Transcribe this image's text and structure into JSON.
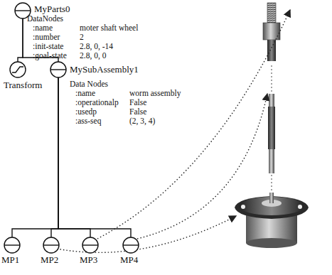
{
  "diagram": {
    "nodes": [
      {
        "text": [
          "MyParts0"
        ]
      },
      {
        "text": [
          "Transform"
        ]
      },
      {
        "text": [
          "MySubAssembly1"
        ]
      },
      {
        "text": [
          "MP1"
        ]
      },
      {
        "text": [
          "MP2"
        ]
      },
      {
        "text": [
          "MP3"
        ]
      },
      {
        "text": [
          "MP4"
        ]
      }
    ],
    "edges": [
      {
        "from": 0,
        "to": 1,
        "arrow": "none"
      },
      {
        "from": 0,
        "to": 2,
        "arrow": "none"
      },
      {
        "from": 2,
        "to": 3,
        "arrow": "none"
      },
      {
        "from": 2,
        "to": 4,
        "arrow": "none"
      },
      {
        "from": 2,
        "to": 5,
        "arrow": "none"
      },
      {
        "from": 2,
        "to": 6,
        "arrow": "none"
      }
    ],
    "labels": [
      "DataNodes",
      ":name",
      "moter shaft wheel",
      ":number",
      "2",
      ":init-state",
      "2.8, 0, -14",
      ":goal-state",
      "2.8, 0, 0",
      "Data Nodes",
      ":name",
      "worm assembly",
      ":operationalp",
      "False",
      ":usedp",
      "False",
      ":ass-seq",
      "(2, 3, 4)"
    ]
  }
}
